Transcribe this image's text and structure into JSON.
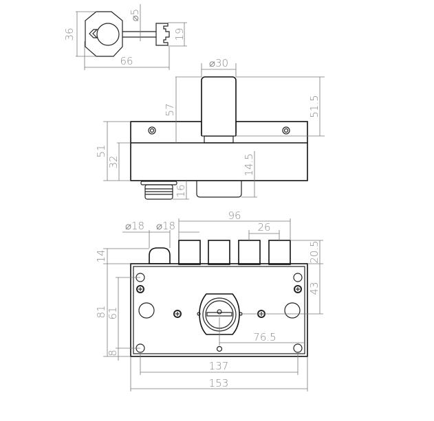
{
  "drawing": {
    "key_view": {
      "dims": {
        "height": "36",
        "shaft_diameter": "⌀5",
        "bit_height": "19",
        "length": "66"
      }
    },
    "side_view": {
      "dims": {
        "cylinder_diameter": "⌀30",
        "total_height": "57",
        "cylinder_height": "51.5",
        "body_height": "51",
        "case_height": "32",
        "knob_depth": "16",
        "escutcheon_depth": "14.5"
      }
    },
    "front_view": {
      "dims": {
        "knob_diameter_1": "⌀18",
        "knob_diameter_2": "⌀18",
        "bolt_span": "96",
        "bolt_pitch": "26",
        "knob_height": "14",
        "bolt_protrusion": "20.5",
        "height": "81",
        "hole_spacing_v": "61",
        "edge_offset": "8",
        "backset_v": "43",
        "backset_h": "76.5",
        "hole_spacing_h": "137",
        "width": "153"
      }
    }
  }
}
